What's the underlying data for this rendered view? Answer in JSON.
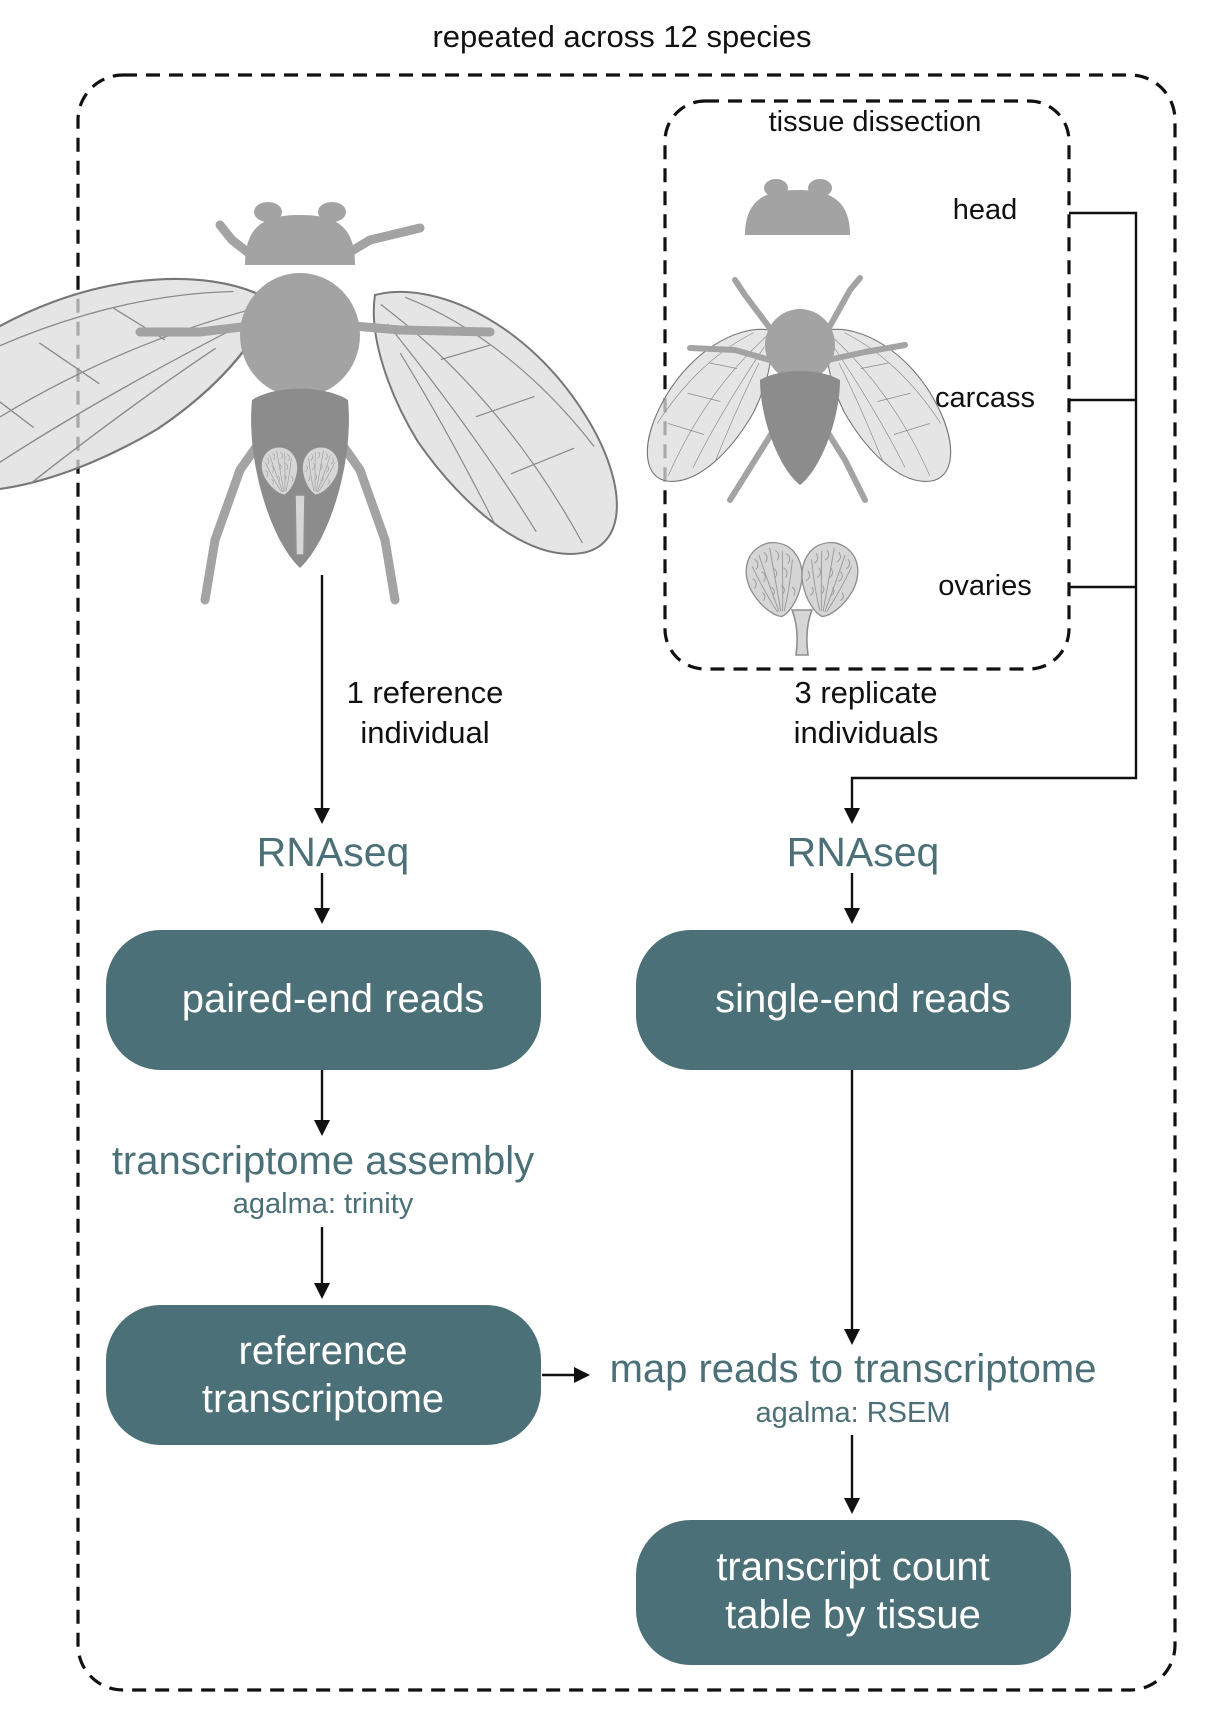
{
  "outer_group": {
    "label": "repeated across 12 species"
  },
  "tissue_group": {
    "label": "tissue dissection",
    "tissues": [
      "head",
      "carcass",
      "ovaries"
    ]
  },
  "left_branch": {
    "sample_label_line1": "1 reference",
    "sample_label_line2": "individual",
    "step_rnaseq": "RNAseq",
    "box_reads": "paired-end reads",
    "step_assembly": "transcriptome assembly",
    "step_assembly_tool": "agalma: trinity",
    "box_reference_line1": "reference",
    "box_reference_line2": "transcriptome"
  },
  "right_branch": {
    "sample_label_line1": "3 replicate",
    "sample_label_line2": "individuals",
    "step_rnaseq": "RNAseq",
    "box_reads": "single-end reads",
    "step_map": "map reads to transcriptome",
    "step_map_tool": "agalma: RSEM",
    "box_counts_line1": "transcript count",
    "box_counts_line2": "table by tissue"
  },
  "colors": {
    "teal": "#4b7077",
    "fly_gray": "#a3a3a3",
    "wing_gray": "#dcdcdc"
  },
  "icons": [
    "fly-icon",
    "fly-head-icon",
    "fly-carcass-icon",
    "ovaries-icon"
  ]
}
